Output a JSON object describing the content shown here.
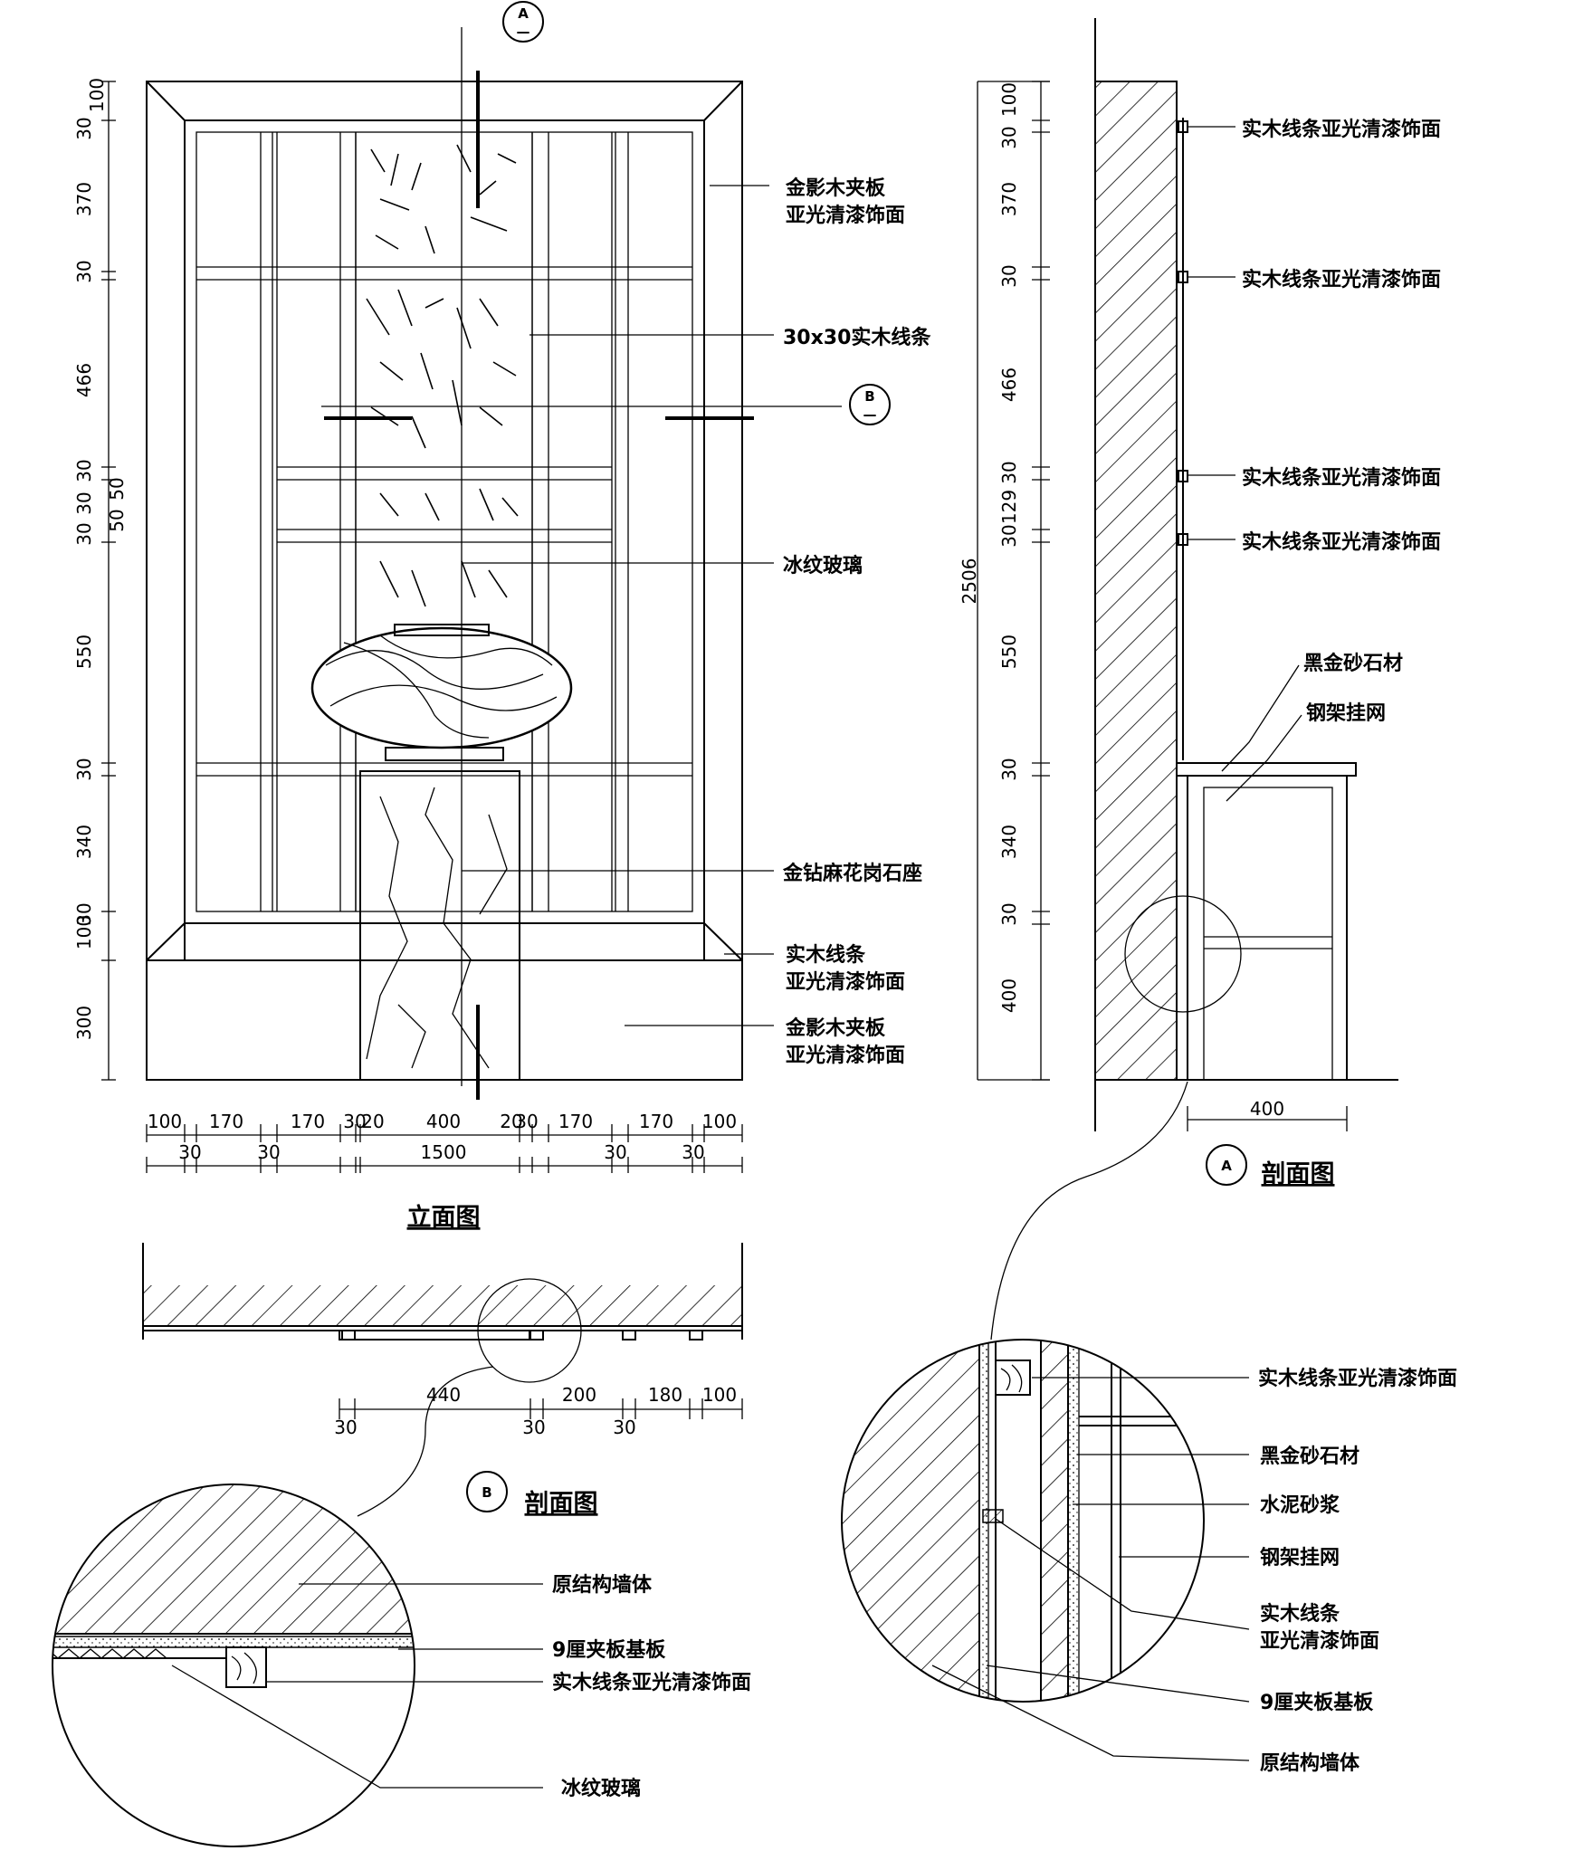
{
  "elevation": {
    "title": "立面图",
    "labels": {
      "panel_finish": "金影木夹板\n亚光清漆饰面",
      "timber_strip": "30x30实木线条",
      "ice_glass": "冰纹玻璃",
      "granite_base": "金钻麻花岗石座",
      "moulding": "实木线条\n亚光清漆饰面",
      "panel_finish_lower": "金影木夹板\n亚光清漆饰面"
    },
    "left_dims": [
      "100",
      "30",
      "370",
      "30",
      "466",
      "30",
      "30",
      "30",
      "50",
      "50",
      "550",
      "30",
      "340",
      "30",
      "100",
      "300"
    ],
    "bottom_dims_top": [
      "100",
      "170",
      "170",
      "30",
      "20",
      "400",
      "20",
      "30",
      "170",
      "170",
      "100"
    ],
    "bottom_dims_bottom": [
      "30",
      "30",
      "1500",
      "30",
      "30"
    ],
    "marker_a": {
      "letter": "A",
      "sub": "—"
    },
    "marker_b": {
      "letter": "B",
      "sub": "—"
    }
  },
  "section_a": {
    "title": "剖面图",
    "letter": "A",
    "labels": {
      "moulding_1": "实木线条亚光清漆饰面",
      "moulding_2": "实木线条亚光清漆饰面",
      "moulding_3": "实木线条亚光清漆饰面",
      "moulding_4": "实木线条亚光清漆饰面",
      "stone": "黑金砂石材",
      "steel_mesh": "钢架挂网"
    },
    "dims": [
      "100",
      "30",
      "370",
      "30",
      "466",
      "30",
      "129",
      "30",
      "550",
      "30",
      "340",
      "30",
      "400"
    ],
    "total": "2506",
    "bottom_dim": "400"
  },
  "section_b": {
    "title": "剖面图",
    "letter": "B",
    "dims_top": [
      "440",
      "200",
      "180",
      "100"
    ],
    "dims_bottom": [
      "30",
      "30",
      "30"
    ]
  },
  "detail_b": {
    "labels": {
      "wall": "原结构墙体",
      "plywood": "9厘夹板基板",
      "moulding": "实木线条亚光清漆饰面",
      "glass": "冰纹玻璃"
    }
  },
  "detail_a": {
    "labels": {
      "moulding": "实木线条亚光清漆饰面",
      "stone": "黑金砂石材",
      "mortar": "水泥砂浆",
      "steel_mesh": "钢架挂网",
      "moulding_2": "实木线条\n亚光清漆饰面",
      "plywood": "9厘夹板基板",
      "wall": "原结构墙体"
    }
  }
}
